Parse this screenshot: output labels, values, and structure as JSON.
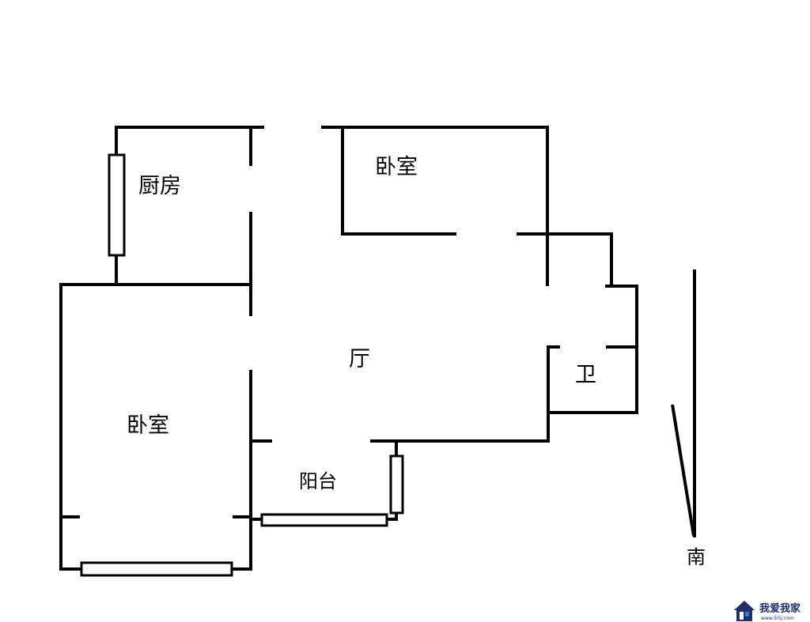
{
  "rooms": {
    "kitchen": "厨房",
    "bedroom_north": "卧室",
    "bedroom_west": "卧室",
    "living_room": "厅",
    "bathroom": "卫",
    "balcony": "阳台"
  },
  "compass": {
    "label": "南"
  },
  "watermark": {
    "brand": "我爱我家",
    "url": "www.5i5j.com",
    "brand_color": "#1e2f6b",
    "accent_color": "#2e7dd1"
  }
}
